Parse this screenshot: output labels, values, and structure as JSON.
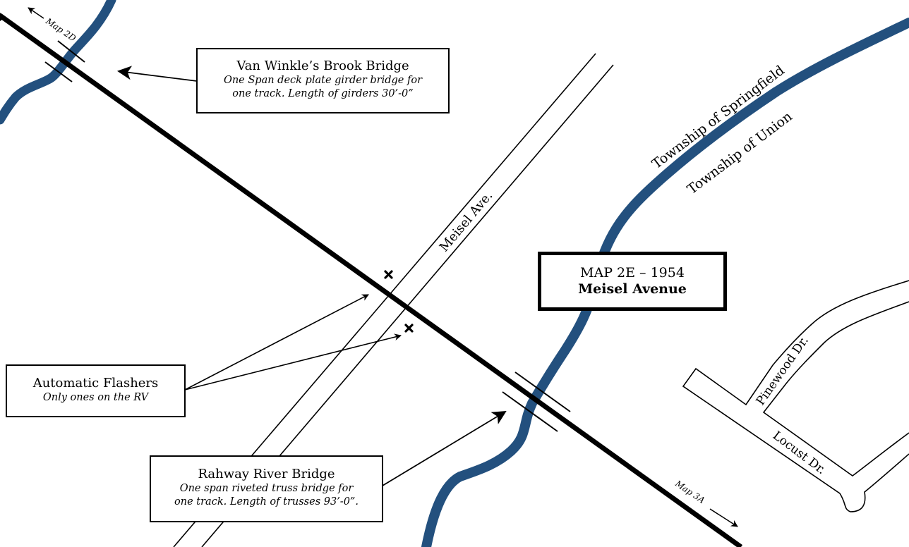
{
  "map_title": {
    "line1": "MAP 2E – 1954",
    "line2": "Meisel Avenue"
  },
  "callouts": {
    "van_winkle": {
      "title": "Van Winkle’s Brook Bridge",
      "line1": "One Span deck plate girder bridge for",
      "line2": "one track. Length of girders 30’-0”"
    },
    "flashers": {
      "title": "Automatic Flashers",
      "line1": "Only ones on the RV"
    },
    "rahway": {
      "title": "Rahway River Bridge",
      "line1": "One span riveted truss bridge for",
      "line2": "one track. Length of trusses 93’-0”."
    }
  },
  "labels": {
    "map_2d": "Map 2D",
    "map_3a": "Map 3A",
    "meisel_ave": "Meisel Ave.",
    "township_springfield": "Township of Springfield",
    "township_union": "Township of Union",
    "pinewood_dr": "Pinewood Dr.",
    "locust_dr": "Locust Dr."
  },
  "colors": {
    "river": "#23507e",
    "railroad": "#000000",
    "road": "#000000",
    "background": "#ffffff"
  },
  "icons": {
    "flasher": "x-mark-icon",
    "arrow": "arrow-icon"
  }
}
